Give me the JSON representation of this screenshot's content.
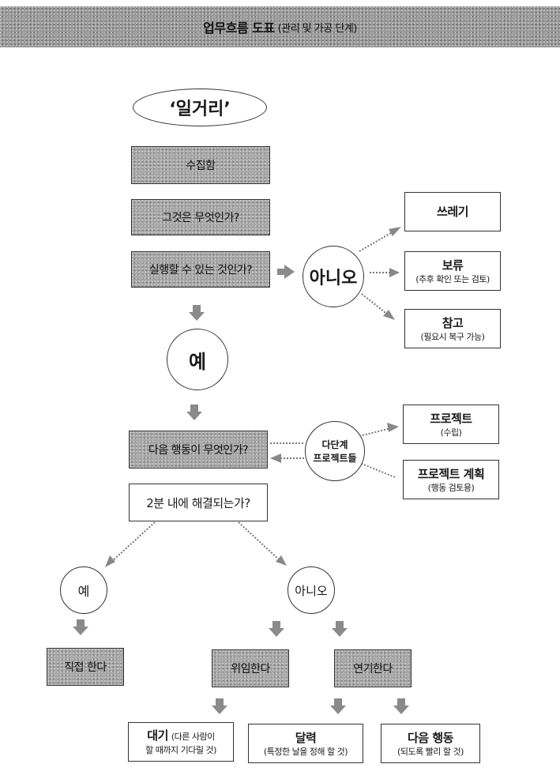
{
  "header": {
    "title": "업무흐름 도표",
    "subtitle": "(관리 및 가공 단계)"
  },
  "nodes": {
    "stuff": "‘일거리’",
    "collect": "수집함",
    "what_is_it": "그것은 무엇인가?",
    "actionable": "실행할 수 있는 것인가?",
    "no_top": "아니오",
    "trash": {
      "main": "쓰레기"
    },
    "someday": {
      "main": "보류",
      "sub": "(추후 확인 또는 검토)"
    },
    "reference": {
      "main": "참고",
      "sub": "(필요시 복구 가능)"
    },
    "yes_top": "예",
    "next_action": "다음 행동이 무엇인가?",
    "multi_step": {
      "line1": "다단계",
      "line2": "프로젝트들"
    },
    "projects": {
      "main": "프로젝트",
      "sub": "(수립)"
    },
    "project_plans": {
      "main": "프로젝트 계획",
      "sub": "(행동 검토용)"
    },
    "two_minutes": "2분 내에 해결되는가?",
    "yes_bottom": "예",
    "no_bottom": "아니오",
    "do_it": "직접 한다",
    "delegate": "위임한다",
    "defer": "연기한다",
    "waiting_for": {
      "main": "대기",
      "sub_inline": "(다른 사람이",
      "sub2": "할 때까지 기다릴 것)"
    },
    "calendar": {
      "main": "달력",
      "sub": "(특정한 날을 정해 할 것)"
    },
    "next_actions": {
      "main": "다음 행동",
      "sub": "(되도록 빨리 할 것)"
    }
  },
  "colors": {
    "shaded_fill": "#a6a6a6",
    "title_bar": "#9a9a9a",
    "border": "#333333",
    "arrow": "#8a8a8a"
  }
}
